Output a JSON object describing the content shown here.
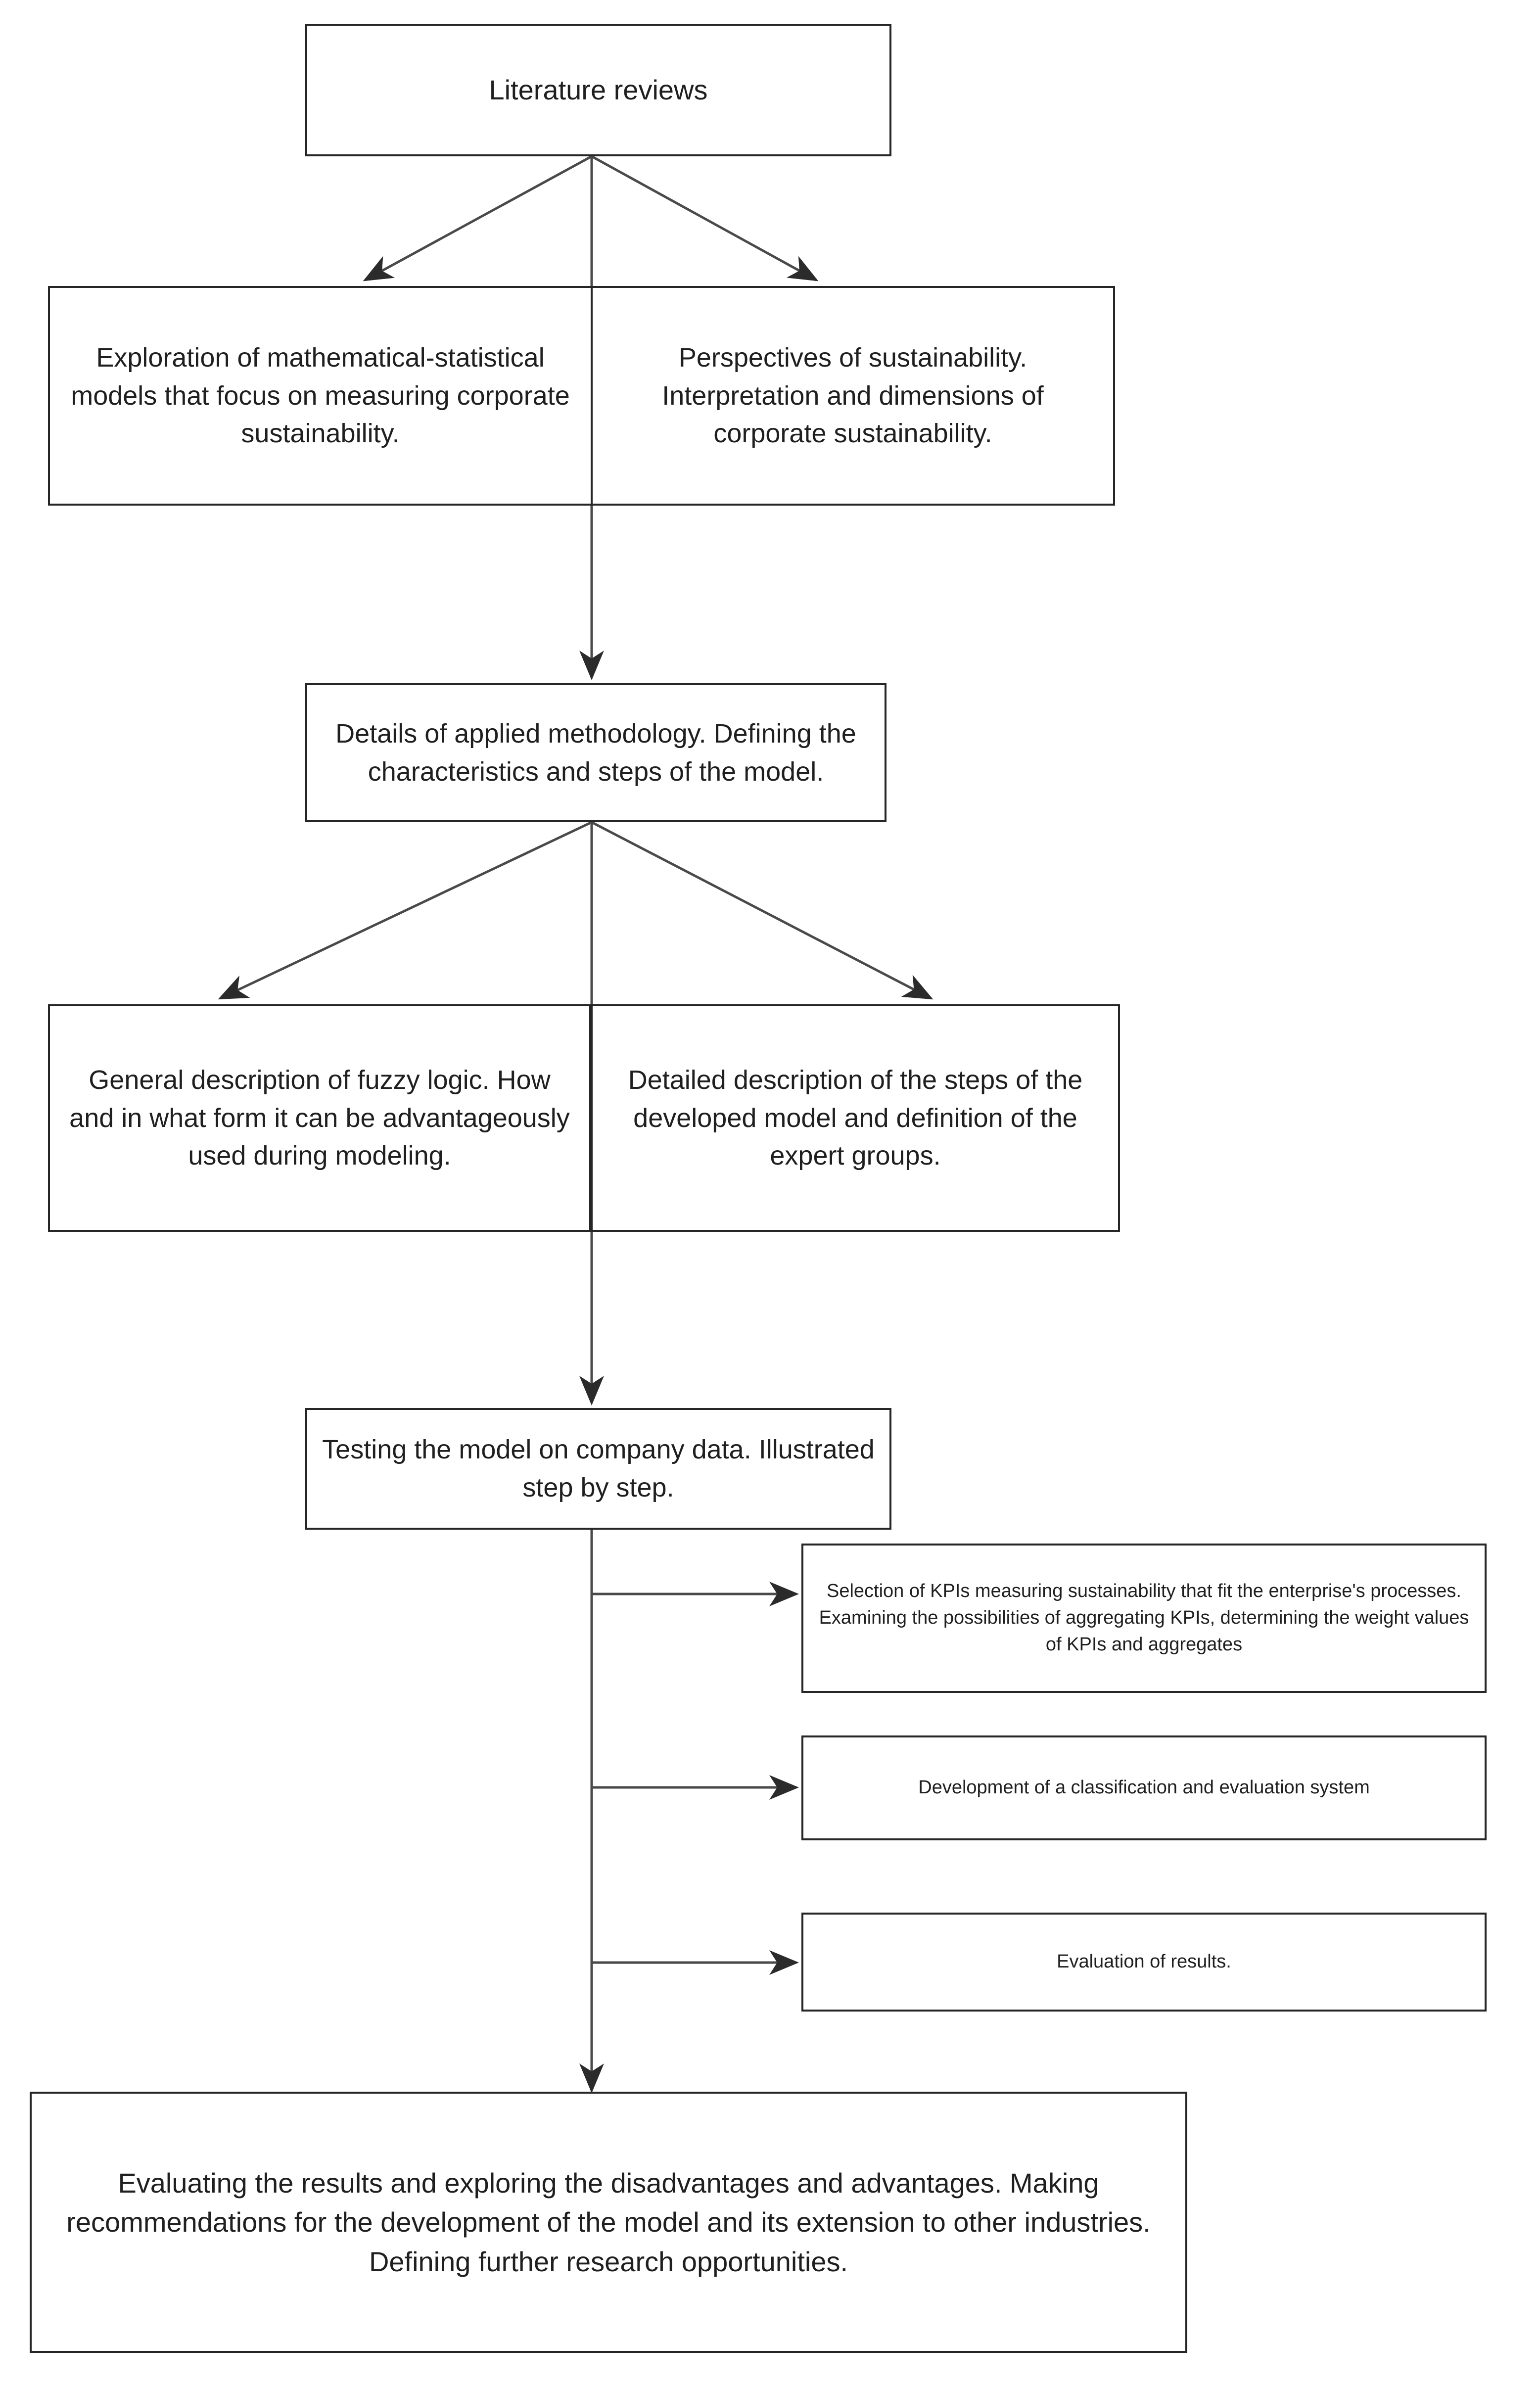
{
  "diagram": {
    "title": "Research methodology flowchart",
    "colors": {
      "box_border": "#262626",
      "connector": "#4a4a4a",
      "background": "#ffffff",
      "text": "#1f1f1f"
    },
    "nodes": {
      "literature_reviews": "Literature reviews",
      "math_models": "Exploration of mathematical-statistical models that focus on measuring corporate sustainability.",
      "perspectives": "Perspectives of sustainability. Interpretation and dimensions of corporate sustainability.",
      "methodology": "Details of applied methodology. Defining the characteristics and steps of the model.",
      "fuzzy_logic": "General description of fuzzy logic. How and in what form it can be advantageously used during modeling.",
      "developed_model": "Detailed description of the steps of the developed model and definition of the expert groups.",
      "testing": "Testing the model on company data. Illustrated step by step.",
      "kpi_selection": "Selection of KPIs measuring sustainability that fit the enterprise's processes. Examining the possibilities of aggregating KPIs, determining the weight values of KPIs and aggregates",
      "classification": "Development of a classification and evaluation system",
      "evaluation": "Evaluation of results.",
      "conclusion": "Evaluating the results and exploring the disadvantages and advantages. Making recommendations for the development of the model and its extension to other industries. Defining further research opportunities."
    },
    "edges": [
      {
        "from": "literature_reviews",
        "to": "math_models",
        "style": "diagonal-arrow"
      },
      {
        "from": "literature_reviews",
        "to": "perspectives",
        "style": "diagonal-arrow"
      },
      {
        "from": "literature_reviews",
        "to": "methodology",
        "style": "vertical-arrow"
      },
      {
        "from": "methodology",
        "to": "fuzzy_logic",
        "style": "diagonal-arrow"
      },
      {
        "from": "methodology",
        "to": "developed_model",
        "style": "diagonal-arrow"
      },
      {
        "from": "methodology",
        "to": "testing",
        "style": "vertical-arrow"
      },
      {
        "from": "testing",
        "to": "kpi_selection",
        "style": "horizontal-arrow"
      },
      {
        "from": "testing",
        "to": "classification",
        "style": "horizontal-arrow"
      },
      {
        "from": "testing",
        "to": "evaluation",
        "style": "horizontal-arrow"
      },
      {
        "from": "testing",
        "to": "conclusion",
        "style": "vertical-arrow"
      }
    ]
  }
}
